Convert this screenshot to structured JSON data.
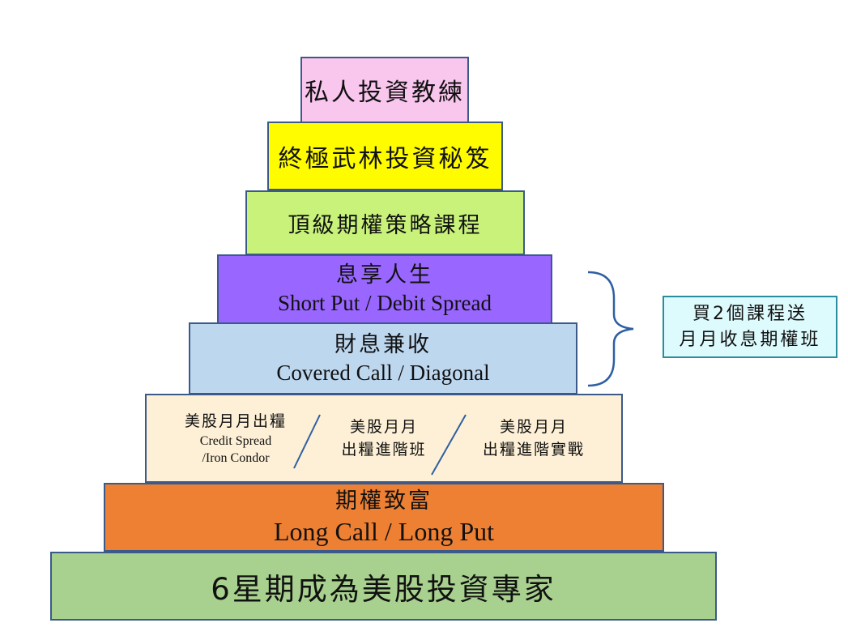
{
  "pyramid": {
    "levels": [
      {
        "id": "l1",
        "title": "私人投資教練",
        "subtitle": "",
        "color": "#f9c6ee"
      },
      {
        "id": "l2",
        "title": "終極武林投資秘笈",
        "subtitle": "",
        "color": "#fffc00"
      },
      {
        "id": "l3",
        "title": "頂級期權策略課程",
        "subtitle": "",
        "color": "#c8f27a"
      },
      {
        "id": "l4",
        "title": "息享人生",
        "subtitle": "Short Put / Debit Spread",
        "color": "#9966ff"
      },
      {
        "id": "l5",
        "title": "財息兼收",
        "subtitle": "Covered Call / Diagonal",
        "color": "#bdd7ef"
      },
      {
        "id": "l6",
        "title": "",
        "subtitle": "",
        "color": "#fdf0d6",
        "sub_items": [
          {
            "title": "美股月月出糧",
            "lines": [
              "Credit Spread",
              "/Iron Condor"
            ]
          },
          {
            "title_lines": [
              "美股月月",
              "出糧進階班"
            ]
          },
          {
            "title_lines": [
              "美股月月",
              "出糧進階實戰"
            ]
          }
        ]
      },
      {
        "id": "l7",
        "title": "期權致富",
        "subtitle": "Long Call / Long Put",
        "color": "#ee8033"
      },
      {
        "id": "l8",
        "title": "6星期成為美股投資專家",
        "subtitle": "",
        "color": "#a8d08e"
      }
    ],
    "border_color": "#3b5a8a"
  },
  "note": {
    "line1": "買2個課程送",
    "line2": "月月收息期權班",
    "background": "#ddfafd",
    "border_color": "#2a8c9c"
  }
}
